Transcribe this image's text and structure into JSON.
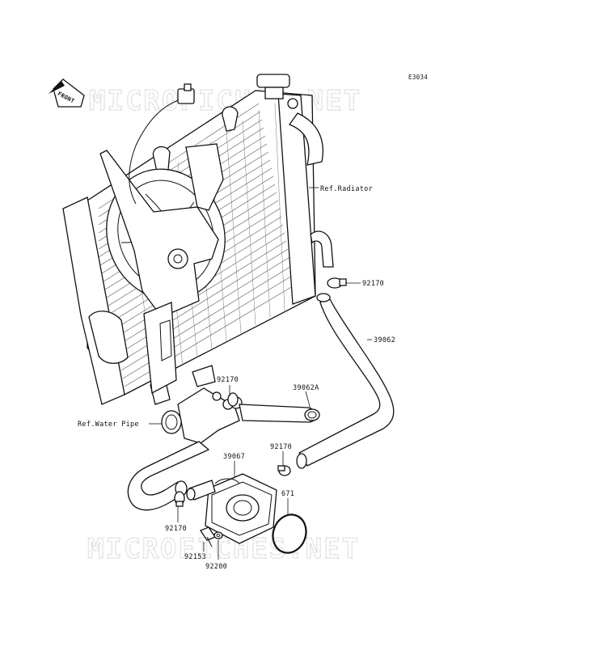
{
  "diagram_code": "E3034",
  "watermark": "MICROFICHES.NET",
  "front_label": "FRONT",
  "labels": {
    "ref_radiator": "Ref.Radiator",
    "ref_water_pipe": "Ref.Water Pipe",
    "p92170_a": "92170",
    "p39062": "39062",
    "p92170_b": "92170",
    "p39062a": "39062A",
    "p39067": "39067",
    "p92170_c": "92170",
    "p671": "671",
    "p92170_d": "92170",
    "p92153": "92153",
    "p92200": "92200"
  },
  "colors": {
    "line": "#111111",
    "watermark": "#cfcfcf",
    "background": "#ffffff"
  }
}
